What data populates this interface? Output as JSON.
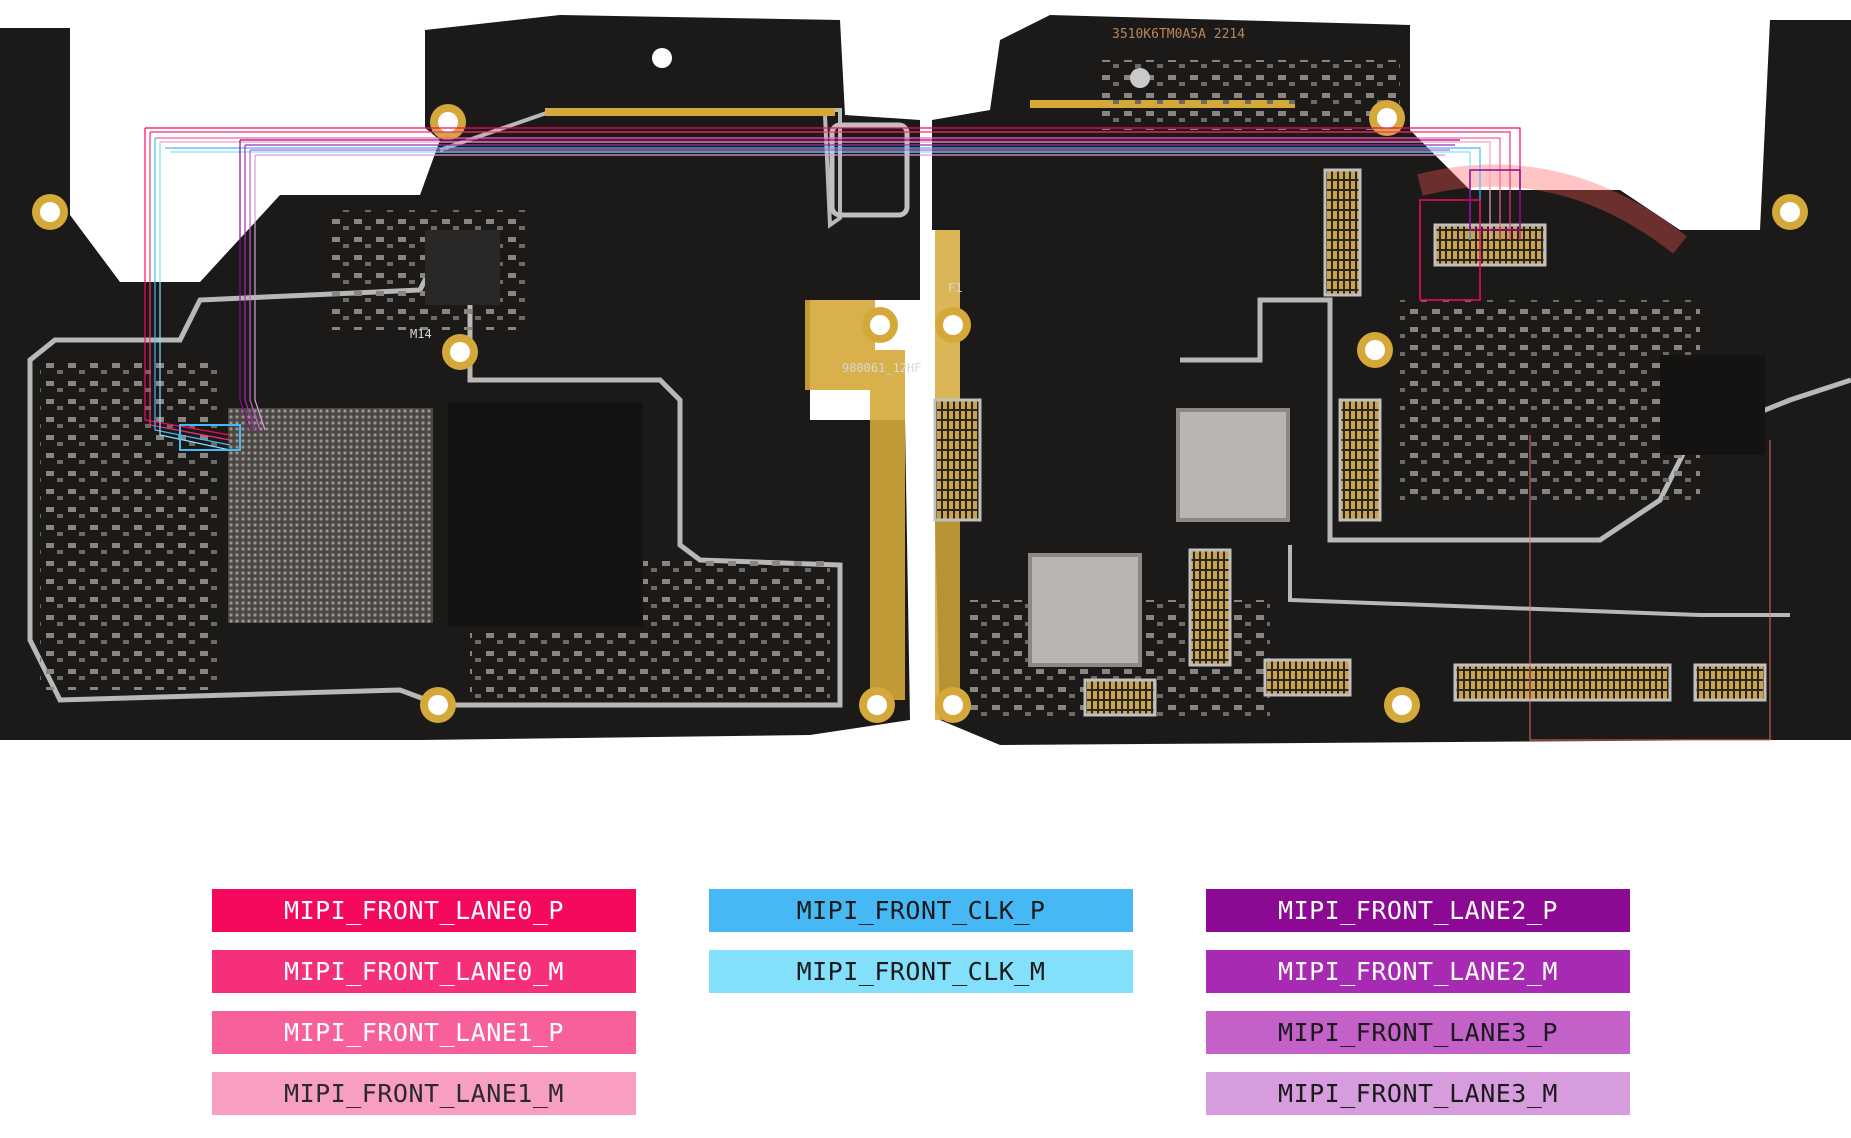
{
  "legend": {
    "lane0_p": {
      "label": "MIPI_FRONT_LANE0_P",
      "color": "#f5095f",
      "text_color": "#ffffff"
    },
    "lane0_m": {
      "label": "MIPI_FRONT_LANE0_M",
      "color": "#f62f7a",
      "text_color": "#ffffff"
    },
    "lane1_p": {
      "label": "MIPI_FRONT_LANE1_P",
      "color": "#f7609a",
      "text_color": "#ffffff"
    },
    "lane1_m": {
      "label": "MIPI_FRONT_LANE1_M",
      "color": "#f99ec3",
      "text_color": "#2a2a2a"
    },
    "clk_p": {
      "label": "MIPI_FRONT_CLK_P",
      "color": "#46b8f3",
      "text_color": "#1a1a1a"
    },
    "clk_m": {
      "label": "MIPI_FRONT_CLK_M",
      "color": "#83e0fb",
      "text_color": "#1a1a1a"
    },
    "lane2_p": {
      "label": "MIPI_FRONT_LANE2_P",
      "color": "#8c0a93",
      "text_color": "#ffffff"
    },
    "lane2_m": {
      "label": "MIPI_FRONT_LANE2_M",
      "color": "#a72ab2",
      "text_color": "#ffffff"
    },
    "lane3_p": {
      "label": "MIPI_FRONT_LANE3_P",
      "color": "#c361c8",
      "text_color": "#1a1a1a"
    },
    "lane3_m": {
      "label": "MIPI_FRONT_LANE3_M",
      "color": "#d79cdd",
      "text_color": "#1a1a1a"
    }
  },
  "board": {
    "pcb_color": "#1c1a18",
    "gold_color": "#d4a93a",
    "silver_color": "#b8b8b8",
    "silkscreen_texts": [
      "M14",
      "980061_12HF",
      "F1",
      "3510K6TM0A5A 2214"
    ]
  }
}
